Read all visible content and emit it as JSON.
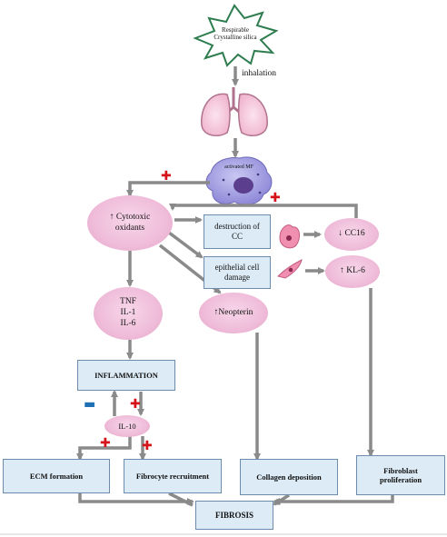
{
  "nodes": {
    "silica": "Respirable Crystalline silica",
    "inhalation": "inhalation",
    "macrophage": "activated MF",
    "oxidants": "↑ Cytotoxic oxidants",
    "cytokines": "TNF IL-1 IL-6",
    "inflammation": "INFLAMMATION",
    "il10": "IL-10",
    "destruction": "destruction of CC",
    "epithelial": "epithelial cell damage",
    "cc16": "↓ CC16",
    "kl6": "↑ KL-6",
    "neopterin": "↑Neopterin",
    "ecm": "ECM formation",
    "fibrocyte": "Fibrocyte recruitment",
    "collagen": "Collagen deposition",
    "fibroblast": "Fibroblast proliferation",
    "fibrosis": "FIBROSIS"
  },
  "signs": {
    "plus": "✚",
    "minus": "▬"
  },
  "colors": {
    "ellipse_fill": "#efbcd9",
    "box_fill": "#dcebf6",
    "arrow": "#8a8a8a",
    "plus_sign": "#d6121a",
    "minus_sign": "#1f6fb5",
    "star_outline": "#2e7d4f"
  }
}
